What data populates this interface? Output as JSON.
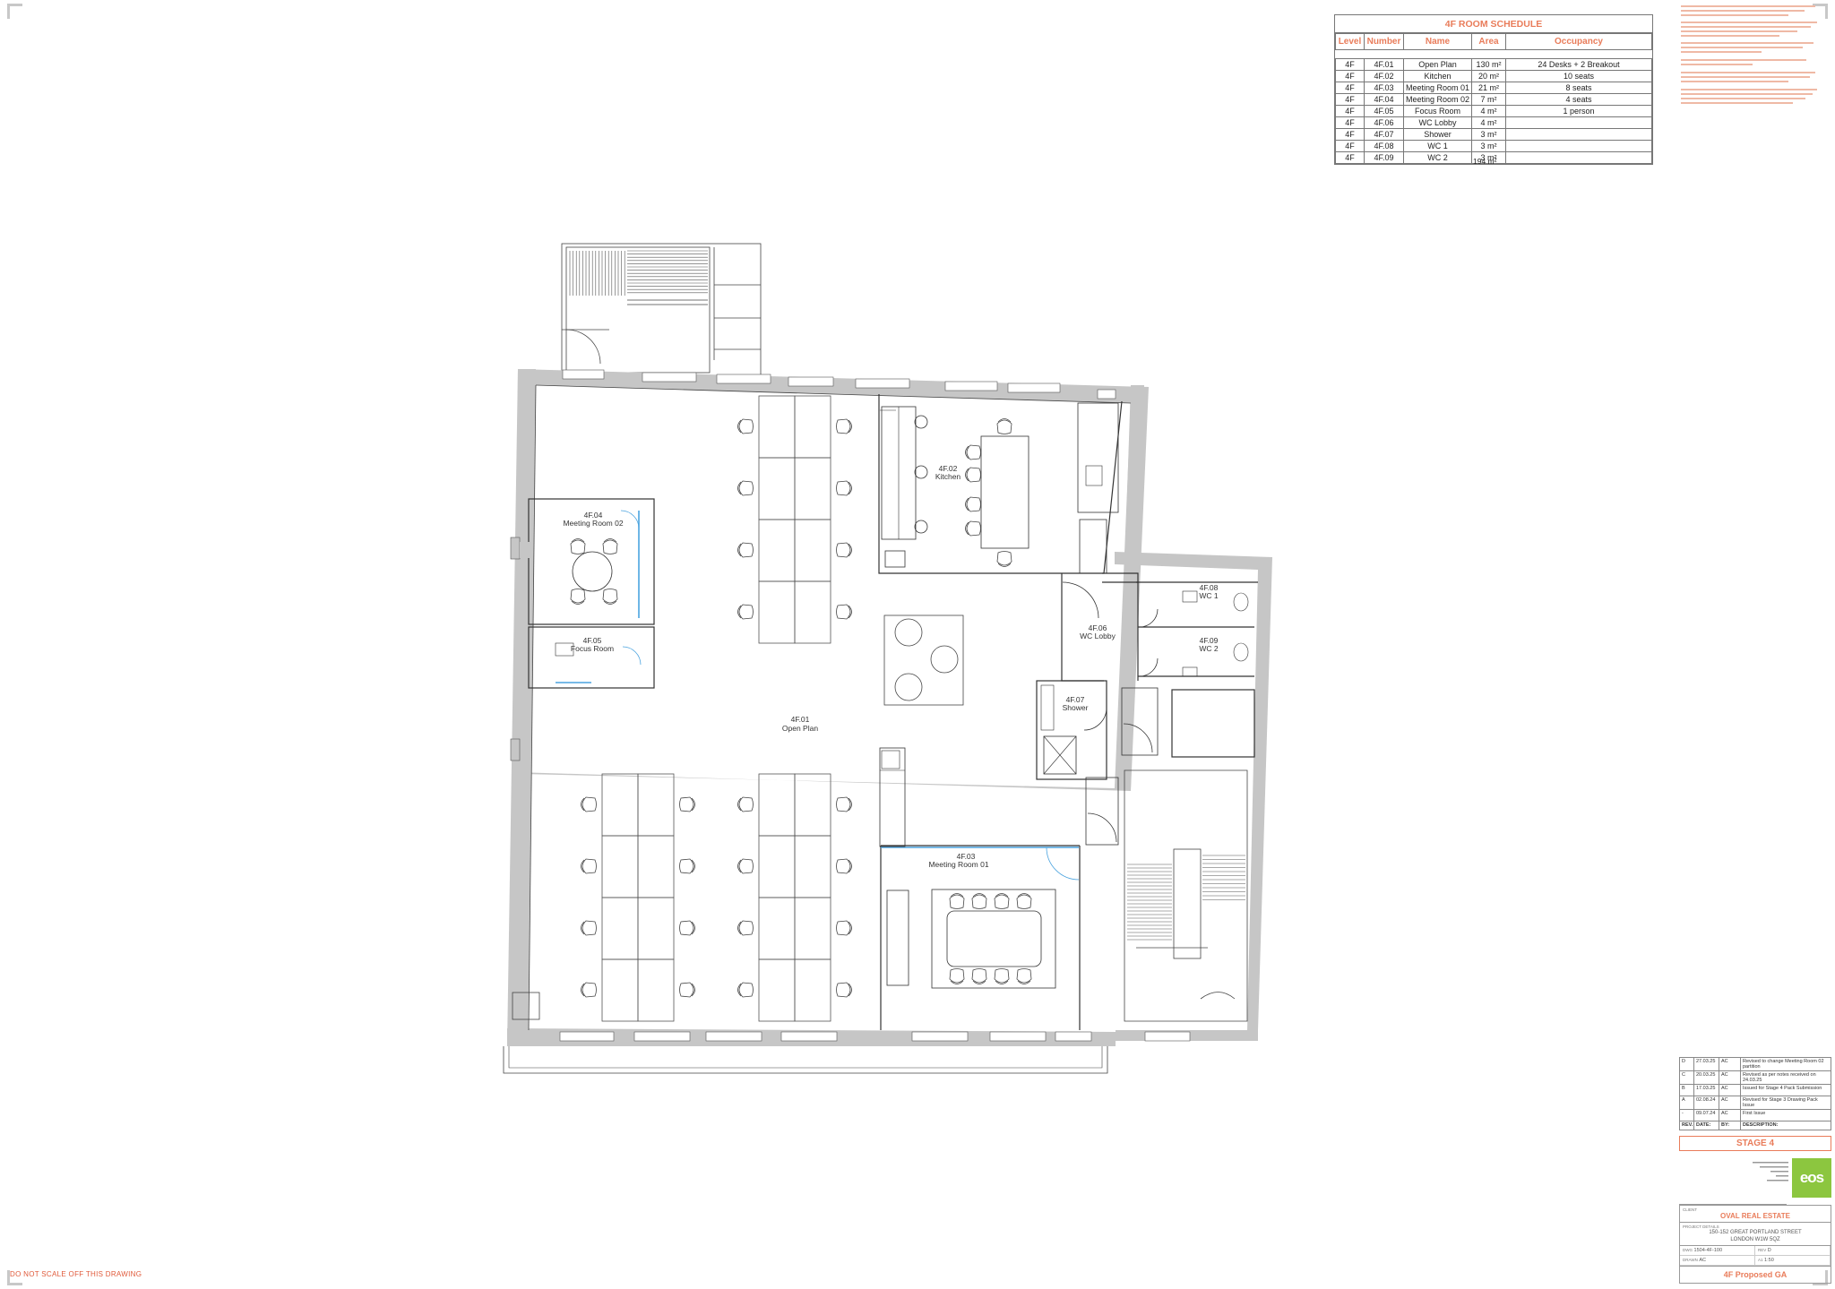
{
  "schedule": {
    "title": "4F ROOM SCHEDULE",
    "headers": [
      "Level",
      "Number",
      "Name",
      "Area",
      "Occupancy"
    ],
    "rows": [
      [
        "4F",
        "4F.01",
        "Open Plan",
        "130 m²",
        "24 Desks + 2 Breakout"
      ],
      [
        "4F",
        "4F.02",
        "Kitchen",
        "20 m²",
        "10 seats"
      ],
      [
        "4F",
        "4F.03",
        "Meeting Room 01",
        "21 m²",
        "8 seats"
      ],
      [
        "4F",
        "4F.04",
        "Meeting Room 02",
        "7 m²",
        "4 seats"
      ],
      [
        "4F",
        "4F.05",
        "Focus Room",
        "4 m²",
        "1 person"
      ],
      [
        "4F",
        "4F.06",
        "WC Lobby",
        "4 m²",
        ""
      ],
      [
        "4F",
        "4F.07",
        "Shower",
        "3 m²",
        ""
      ],
      [
        "4F",
        "4F.08",
        "WC 1",
        "3 m²",
        ""
      ],
      [
        "4F",
        "4F.09",
        "WC 2",
        "3 m²",
        ""
      ]
    ],
    "total": "194 m²"
  },
  "rooms": {
    "r01": {
      "num": "4F.01",
      "name": "Open Plan"
    },
    "r02": {
      "num": "4F.02",
      "name": "Kitchen"
    },
    "r03": {
      "num": "4F.03",
      "name": "Meeting Room 01"
    },
    "r04": {
      "num": "4F.04",
      "name": "Meeting Room 02"
    },
    "r05": {
      "num": "4F.05",
      "name": "Focus Room"
    },
    "r06": {
      "num": "4F.06",
      "name": "WC Lobby"
    },
    "r07": {
      "num": "4F.07",
      "name": "Shower"
    },
    "r08": {
      "num": "4F.08",
      "name": "WC 1"
    },
    "r09": {
      "num": "4F.09",
      "name": "WC 2"
    }
  },
  "revisions": {
    "header": [
      "REV.",
      "DATE:",
      "BY:",
      "DESCRIPTION:"
    ],
    "rows": [
      [
        "D",
        "27.03.25",
        "AC",
        "Revised to change Meeting Room 02 partition"
      ],
      [
        "C",
        "20.03.25",
        "AC",
        "Revised as per notes received on 24.03.25"
      ],
      [
        "B",
        "17.03.25",
        "AC",
        "Issued for Stage 4 Pack Submission"
      ],
      [
        "A",
        "02.08.24",
        "AC",
        "Revised for Stage 3 Drawing Pack Issue"
      ],
      [
        "-",
        "09.07.24",
        "AC",
        "First Issue"
      ]
    ]
  },
  "stage": "STAGE 4",
  "logo": "eos",
  "client_label": "CLIENT",
  "client": "OVAL REAL ESTATE",
  "project_label": "PROJECT DETAILS",
  "project_line1": "150-152 GREAT PORTLAND STREET",
  "project_line2": "LONDON W1W 5QZ",
  "dwg_label": "DWG",
  "dwg_no": "1504-4F-100",
  "rev_label": "REV",
  "rev": "D",
  "drawn_label": "DRAWN",
  "drawn": "AC",
  "scale_label": "A1",
  "scale": "1:50",
  "drawing_title": "4F Proposed GA",
  "footer_warning": "DO NOT SCALE OFF THIS DRAWING",
  "colors": {
    "accent": "#e97c5a",
    "logo": "#8cc63f",
    "glazing": "#4aa3df",
    "wall": "#bdbdbd"
  }
}
